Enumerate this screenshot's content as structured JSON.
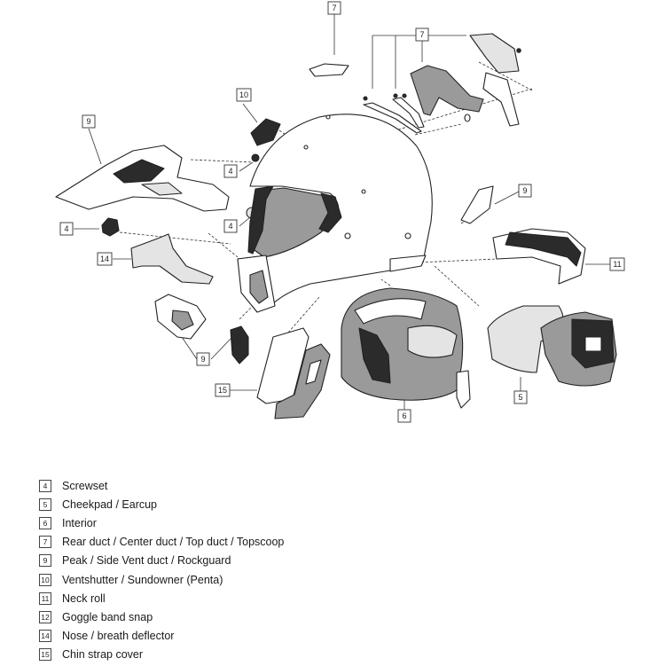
{
  "callouts": {
    "c_top_center": "7",
    "c_top_right": "7",
    "c_peak": "9",
    "c_ventshutter": "10",
    "c_screw_a": "4",
    "c_screw_b": "4",
    "c_screw_left": "4",
    "c_side_vent": "9",
    "c_nose": "14",
    "c_neck": "11",
    "c_rockguard": "9",
    "c_chin": "15",
    "c_interior": "6",
    "c_cheekpad": "5"
  },
  "legend": [
    {
      "num": "4",
      "label": "Screwset"
    },
    {
      "num": "5",
      "label": "Cheekpad / Earcup"
    },
    {
      "num": "6",
      "label": "Interior"
    },
    {
      "num": "7",
      "label": "Rear duct / Center duct / Top duct / Topscoop"
    },
    {
      "num": "9",
      "label": "Peak / Side Vent duct / Rockguard"
    },
    {
      "num": "10",
      "label": "Ventshutter / Sundowner (Penta)"
    },
    {
      "num": "11",
      "label": "Neck roll"
    },
    {
      "num": "12",
      "label": "Goggle band snap"
    },
    {
      "num": "14",
      "label": "Nose / breath deflector"
    },
    {
      "num": "15",
      "label": "Chin strap cover"
    }
  ]
}
